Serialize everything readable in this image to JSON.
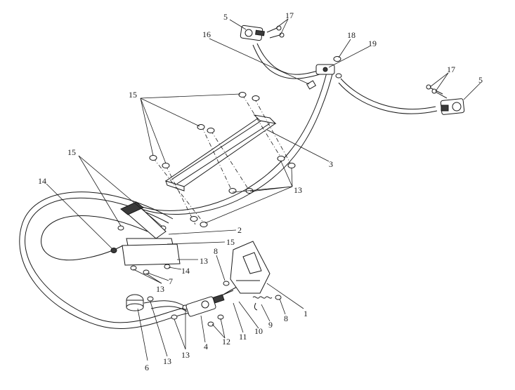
{
  "callouts": {
    "c1": "1",
    "c2": "2",
    "c3": "3",
    "c4": "4",
    "c5_left": "5",
    "c5_right": "5",
    "c6": "6",
    "c7": "7",
    "c8_top": "8",
    "c8_bottom": "8",
    "c9": "9",
    "c10": "10",
    "c11": "11",
    "c12": "12",
    "c13_right": "13",
    "c13_mid": "13",
    "c13_lower": "13",
    "c13_bottom_a": "13",
    "c13_bottom_b": "13",
    "c14_left": "14",
    "c14_mid": "14",
    "c15_top": "15",
    "c15_left": "15",
    "c15_mid": "15",
    "c16": "16",
    "c17_left": "17",
    "c17_right": "17",
    "c18": "18",
    "c19": "19"
  },
  "colors": {
    "ink": "#1a1a1a",
    "background": "#ffffff"
  }
}
